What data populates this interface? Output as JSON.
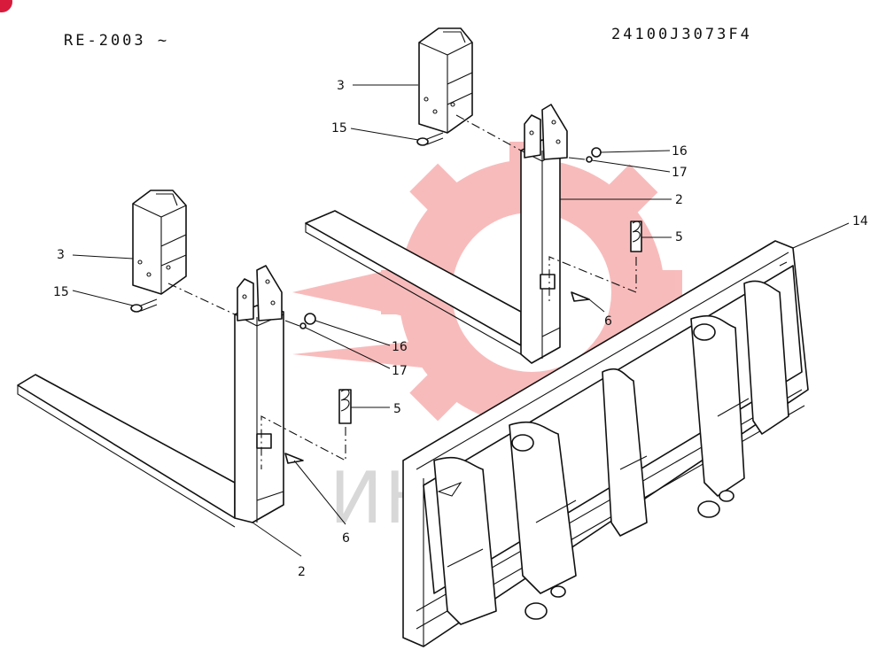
{
  "header": {
    "serial_range": "RE-2003 ~",
    "part_number": "24100J3073F4"
  },
  "watermark": {
    "text": "ИНТЕХ",
    "color": "#f27a7a"
  },
  "callouts": {
    "c3a": "3",
    "c15a": "15",
    "c16a": "16",
    "c17a": "17",
    "c2a": "2",
    "c5a": "5",
    "c6a": "6",
    "c14": "14",
    "c3b": "3",
    "c15b": "15",
    "c16b": "16",
    "c17b": "17",
    "c5b": "5",
    "c6b": "6",
    "c2b": "2"
  }
}
